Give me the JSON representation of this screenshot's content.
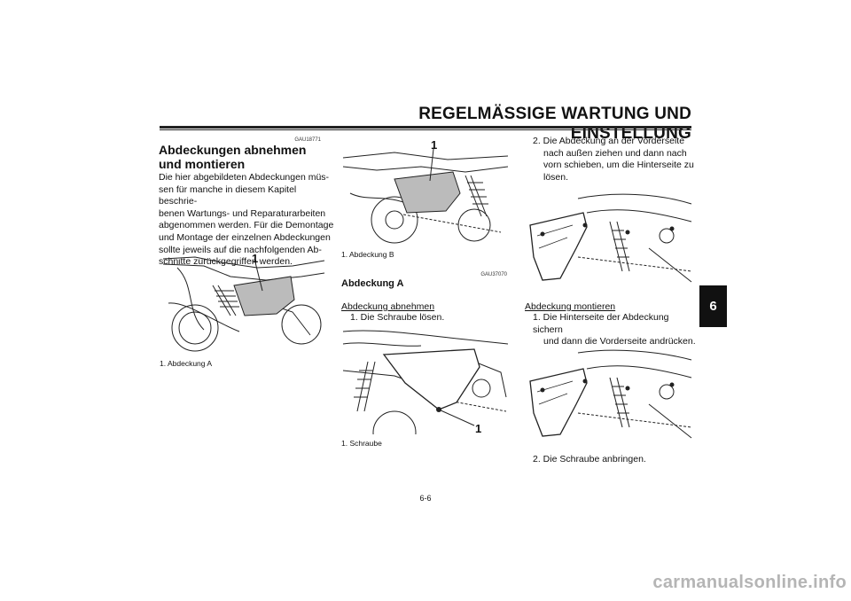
{
  "header": {
    "title": "REGELMÄSSIGE WARTUNG UND EINSTELLUNG"
  },
  "left": {
    "code": "GAU18771",
    "heading": "Abdeckungen abnehmen und montieren",
    "paragraph_lines": [
      "Die hier abgebildeten Abdeckungen müs-",
      "sen für manche in diesem Kapitel beschrie-",
      "benen Wartungs- und Reparaturarbeiten",
      "abgenommen werden. Für die Demontage",
      "und Montage der einzelnen Abdeckungen",
      "sollte jeweils auf die nachfolgenden Ab-",
      "schnitte zurückgegriffen werden."
    ],
    "figure_number": "1",
    "caption": "1. Abdeckung A"
  },
  "middle": {
    "figure_number": "1",
    "caption_top": "1. Abdeckung B",
    "code": "GAU37070",
    "heading": "Abdeckung A",
    "subheading": "Abdeckung abnehmen",
    "step1": "1. Die Schraube lösen.",
    "figure2_number": "1",
    "caption_bottom": "1. Schraube"
  },
  "right": {
    "step2_lines": [
      "2. Die Abdeckung an der Vorderseite",
      "nach außen ziehen und dann nach",
      "vorn schieben, um die Hinterseite zu",
      "lösen."
    ],
    "subheading": "Abdeckung montieren",
    "mstep1_lines": [
      "1. Die Hinterseite der Abdeckung sichern",
      "und dann die Vorderseite andrücken."
    ],
    "mstep2": "2. Die Schraube anbringen."
  },
  "tab": {
    "label": "6"
  },
  "footer": {
    "page_number": "6-6"
  },
  "watermark": {
    "text": "carmanualsonline.info"
  }
}
